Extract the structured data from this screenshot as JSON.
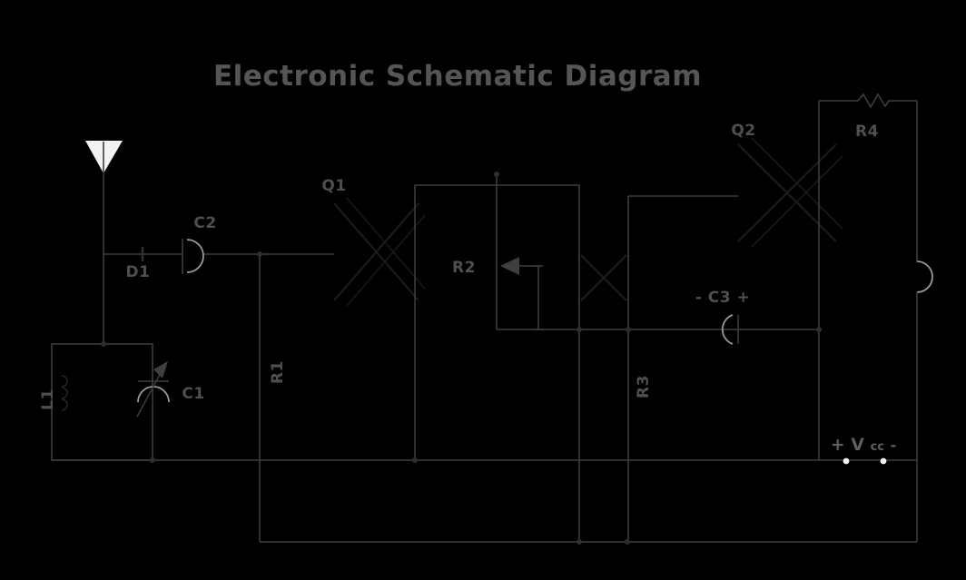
{
  "title": "Electronic Schematic Diagram",
  "labels": {
    "d1": "D1",
    "c2": "C2",
    "q1": "Q1",
    "l1": "L1",
    "c1": "C1",
    "r1": "R1",
    "r2": "R2",
    "r3": "R3",
    "q2": "Q2",
    "r4": "R4",
    "c3_minus": "-",
    "c3": "C3",
    "c3_plus": "+"
  },
  "power": {
    "plus": "+",
    "v": "V",
    "sub": "cc",
    "minus": "-"
  },
  "colors": {
    "background": "#000000",
    "wire": "#3d3d40",
    "faint": "#1d1d1d",
    "arc": "#9a9a9a",
    "label": "#4f4f4f",
    "title": "#555555",
    "white": "#f2f2f2",
    "dot": "#2e2e2e"
  }
}
